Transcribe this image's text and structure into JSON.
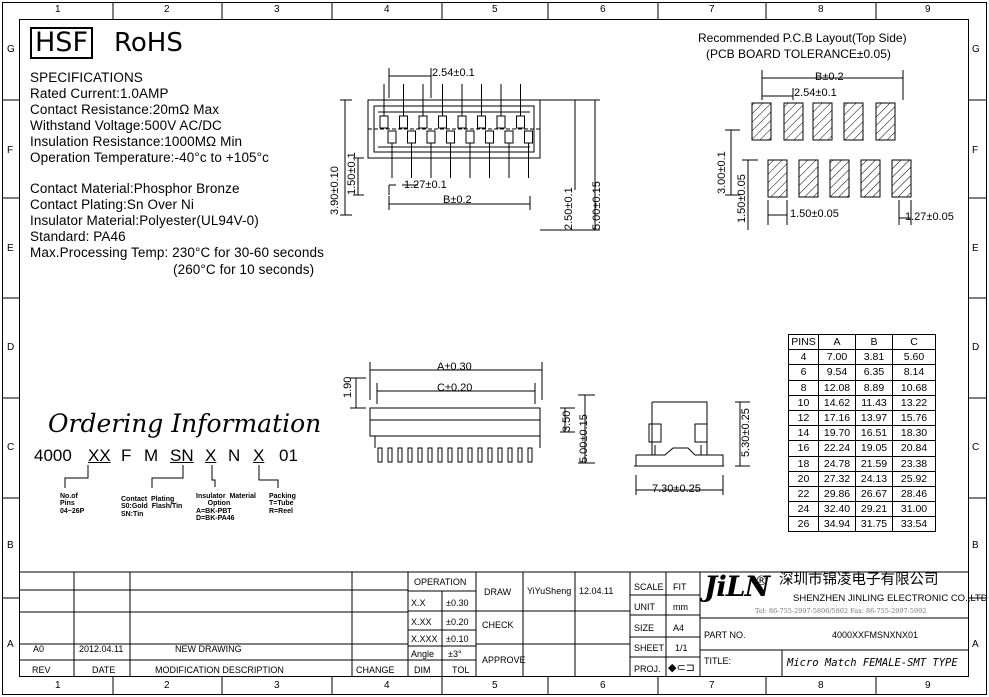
{
  "frame": {
    "columns": [
      "1",
      "2",
      "3",
      "4",
      "5",
      "6",
      "7",
      "8",
      "9"
    ],
    "rows": [
      "G",
      "F",
      "E",
      "D",
      "C",
      "B",
      "A"
    ]
  },
  "header": {
    "hsf": "HSF",
    "rohs": "RoHS"
  },
  "specs": {
    "title": "SPECIFICATIONS",
    "lines": [
      "Rated  Current:1.0AMP",
      "Contact  Resistance:20mΩ  Max",
      "Withstand  Voltage:500V  AC/DC",
      "Insulation  Resistance:1000MΩ  Min",
      "Operation  Temperature:-40°c  to  +105°c"
    ],
    "materials": [
      "Contact  Material:Phosphor  Bronze",
      "Contact  Plating:Sn  Over  Ni",
      "Insulator  Material:Polyester(UL94V-0)",
      "Standard:        PA46",
      "Max.Processing  Temp:  230°C  for  30-60  seconds",
      "(260°C  for  10  seconds)"
    ]
  },
  "top_view": {
    "dim_pitch": "2.54±0.1",
    "dim_pitch2": "1.27±0.1",
    "dim_b": "B±0.2",
    "dim_h1": "3.90±0.10",
    "dim_h2": "1.50±0.1",
    "dim_h3": "2.50±0.1",
    "dim_h4": "5.00±0.15"
  },
  "pcb": {
    "title1": "Recommended  P.C.B  Layout(Top  Side)",
    "title2": "(PCB  BOARD  TOLERANCE±0.05)",
    "dim_b": "B±0.2",
    "dim_pitch": "2.54±0.1",
    "dim_h": "3.00±0.1",
    "dim_h2": "1.50±0.05",
    "dim_w": "1.50±0.05",
    "dim_w2": "1.27±0.05"
  },
  "front_view": {
    "dim_a": "A±0.30",
    "dim_c": "C±0.20",
    "dim_190": "1.90",
    "dim_350": "3.50",
    "dim_500": "5.00±0.15"
  },
  "side_view": {
    "dim_h": "5.30±0.25",
    "dim_w": "7.30±0.25"
  },
  "ordering": {
    "title": "Ordering Information",
    "code": [
      "4000",
      "XX",
      "F",
      "M",
      "SN",
      "X",
      "N",
      "X",
      "01"
    ],
    "notes": {
      "pins": "No.of\nPins\n04~26P",
      "plating": "Contact  Plating\nS0:Gold  Flash/Tin\nSN:Tin",
      "insulator": "Insulator  Material\n      Option\nA=BK-PBT\nD=BK-PA46",
      "packing": "Packing\nT=Tube\nR=Reel"
    }
  },
  "pins_table": {
    "headers": [
      "PINS",
      "A",
      "B",
      "C"
    ],
    "rows": [
      [
        "4",
        "7.00",
        "3.81",
        "5.60"
      ],
      [
        "6",
        "9.54",
        "6.35",
        "8.14"
      ],
      [
        "8",
        "12.08",
        "8.89",
        "10.68"
      ],
      [
        "10",
        "14.62",
        "11.43",
        "13.22"
      ],
      [
        "12",
        "17.16",
        "13.97",
        "15.76"
      ],
      [
        "14",
        "19.70",
        "16.51",
        "18.30"
      ],
      [
        "16",
        "22.24",
        "19.05",
        "20.84"
      ],
      [
        "18",
        "24.78",
        "21.59",
        "23.38"
      ],
      [
        "20",
        "27.32",
        "24.13",
        "25.92"
      ],
      [
        "22",
        "29.86",
        "26.67",
        "28.46"
      ],
      [
        "24",
        "32.40",
        "29.21",
        "31.00"
      ],
      [
        "26",
        "34.94",
        "31.75",
        "33.54"
      ]
    ]
  },
  "title_block": {
    "rev_row": {
      "rev": "A0",
      "date": "2012.04.11",
      "desc": "NEW  DRAWING"
    },
    "headers": {
      "rev": "REV",
      "date": "DATE",
      "desc": "MODIFICATION  DESCRIPTION",
      "change": "CHANGE"
    },
    "operation": "OPERATION",
    "tol": [
      [
        "X.X",
        "±0.30"
      ],
      [
        "X.XX",
        "±0.20"
      ],
      [
        "X.XXX",
        "±0.10"
      ],
      [
        "Angle",
        "±3°"
      ],
      [
        "DIM",
        "TOL"
      ]
    ],
    "draw": "DRAW",
    "drawer": "YiYuSheng",
    "draw_date": "12.04.11",
    "check": "CHECK",
    "approve": "APPROVE",
    "scale": "SCALE",
    "scale_val": "FIT",
    "unit": "UNIT",
    "unit_val": "mm",
    "size": "SIZE",
    "size_val": "A4",
    "sheet": "SHEET",
    "sheet_val": "1/1",
    "proj": "PROJ.",
    "logo": "JiLN",
    "reg": "®",
    "company_cn": "深圳市锦凌电子有限公司",
    "company_en": "SHENZHEN  JINLING  ELECTRONIC  CO.,LTD",
    "contact": "Tel: 86-755-2997-5806/5802   Fax: 86-755-2997-5992",
    "part_no_label": "PART  NO.",
    "part_no": "4000XXFMSNXNX01",
    "title_label": "TITLE:",
    "title": "Micro  Match  FEMALE-SMT  TYPE"
  }
}
